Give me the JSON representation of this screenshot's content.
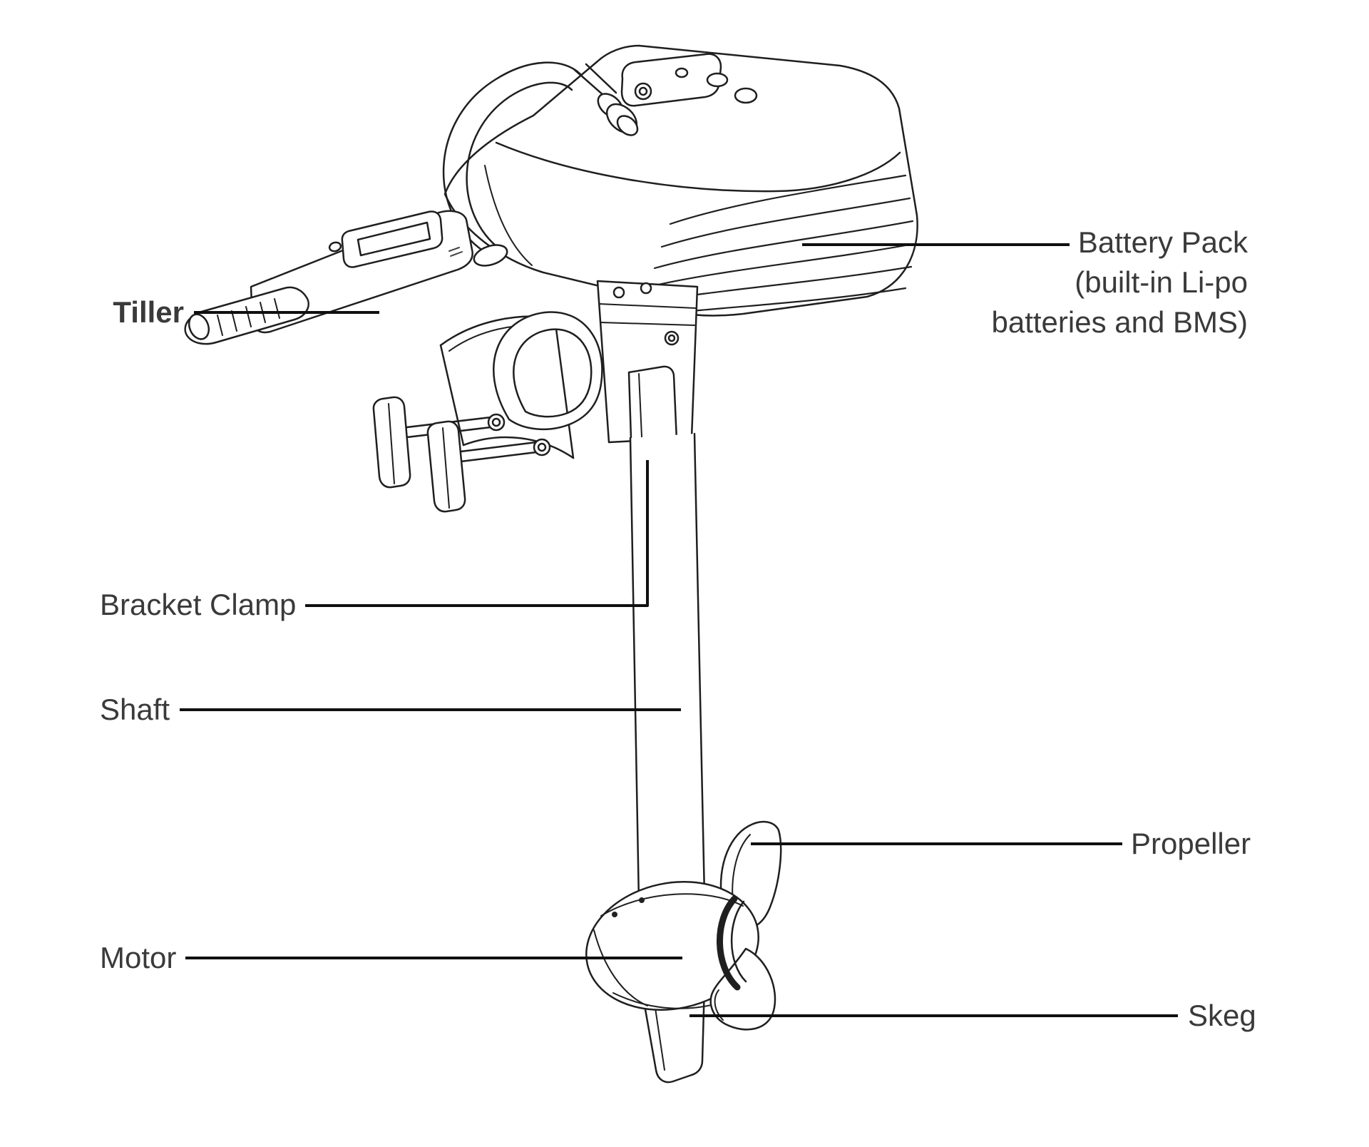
{
  "diagram": {
    "colors": {
      "background": "#ffffff",
      "artwork_line": "#1f1f1f",
      "leader_line": "#101010",
      "label_text": "#3a3a3a"
    },
    "labels": {
      "tiller": {
        "text": "Tiller"
      },
      "battery_pack": {
        "line1": "Battery Pack",
        "line2": "(built-in Li-po",
        "line3": "batteries and BMS)"
      },
      "bracket_clamp": {
        "text": "Bracket Clamp"
      },
      "shaft": {
        "text": "Shaft"
      },
      "propeller": {
        "text": "Propeller"
      },
      "motor": {
        "text": "Motor"
      },
      "skeg": {
        "text": "Skeg"
      }
    }
  }
}
